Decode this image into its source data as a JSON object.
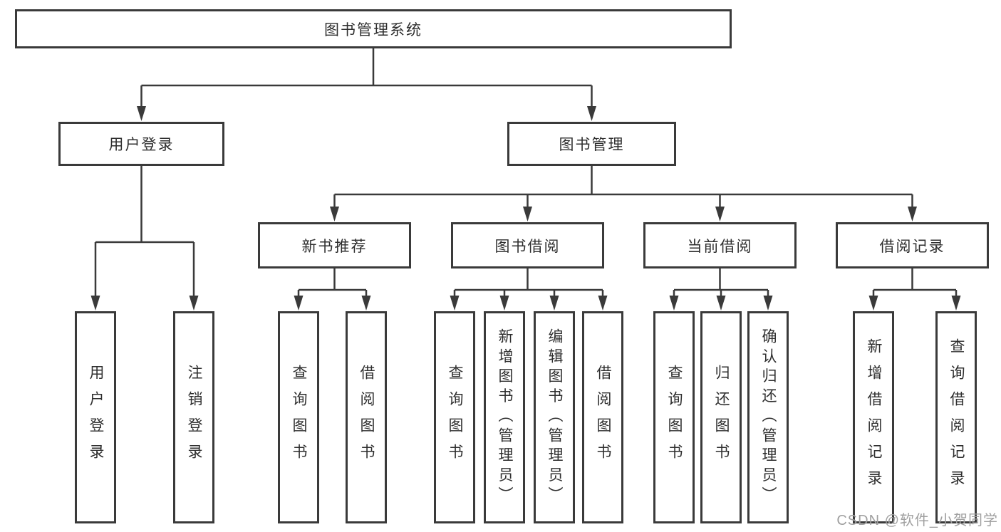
{
  "diagram": {
    "root": {
      "label": "图书管理系统"
    },
    "level2": [
      {
        "label": "用户登录"
      },
      {
        "label": "图书管理"
      }
    ],
    "level3": [
      {
        "label": "新书推荐"
      },
      {
        "label": "图书借阅"
      },
      {
        "label": "当前借阅"
      },
      {
        "label": "借阅记录"
      }
    ],
    "leaves": {
      "user_login": [
        "用户登录",
        "注销登录"
      ],
      "new_book_recommend": [
        "查询图书",
        "借阅图书"
      ],
      "book_borrow": [
        "查询图书",
        "新增图书（管理员）",
        "编辑图书（管理员）",
        "借阅图书"
      ],
      "current_borrow": [
        "查询图书",
        "归还图书",
        "确认归还（管理员）"
      ],
      "borrow_records": [
        "新增借阅记录",
        "查询借阅记录"
      ]
    }
  },
  "watermark": {
    "text": "CSDN @软件_小贺同学"
  },
  "colors": {
    "line": "#3a3a3a",
    "text": "#2e2e2e",
    "watermark": "#a0a0a0",
    "background": "#ffffff"
  }
}
